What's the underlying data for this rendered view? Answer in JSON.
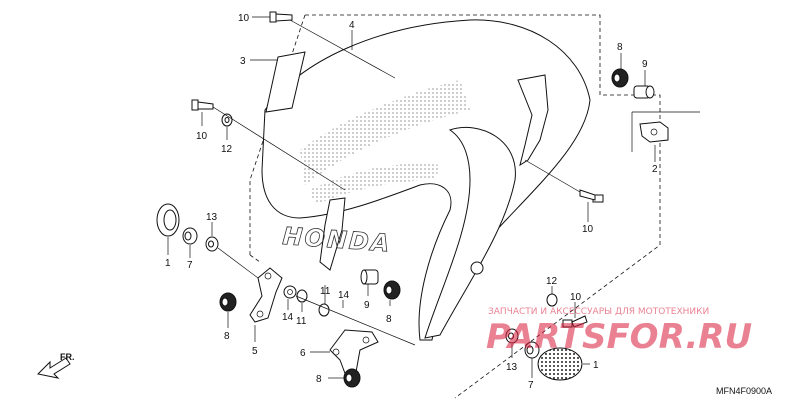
{
  "diagram": {
    "fr_label": "FR.",
    "diagram_code": "MFN4F0900A",
    "brand_lettering": "HONDA",
    "watermark": {
      "top_text": "ЗАПЧАСТИ И АКСЕССУАРЫ ДЛЯ МОТОТЕХНИКИ",
      "big_text": "PARTSFOR.RU"
    },
    "callouts": [
      {
        "id": "c10a",
        "label": "10"
      },
      {
        "id": "c4",
        "label": "4"
      },
      {
        "id": "c3",
        "label": "3"
      },
      {
        "id": "c8a",
        "label": "8"
      },
      {
        "id": "c9a",
        "label": "9"
      },
      {
        "id": "c10b",
        "label": "10"
      },
      {
        "id": "c12a",
        "label": "12"
      },
      {
        "id": "c2",
        "label": "2"
      },
      {
        "id": "c10c",
        "label": "10"
      },
      {
        "id": "c13a",
        "label": "13"
      },
      {
        "id": "c1a",
        "label": "1"
      },
      {
        "id": "c7a",
        "label": "7"
      },
      {
        "id": "c11a",
        "label": "11"
      },
      {
        "id": "c14a",
        "label": "14"
      },
      {
        "id": "c11b",
        "label": "11"
      },
      {
        "id": "c14b",
        "label": "14"
      },
      {
        "id": "c9b",
        "label": "9"
      },
      {
        "id": "c8b",
        "label": "8"
      },
      {
        "id": "c8c",
        "label": "8"
      },
      {
        "id": "c5",
        "label": "5"
      },
      {
        "id": "c12b",
        "label": "12"
      },
      {
        "id": "c10d",
        "label": "10"
      },
      {
        "id": "c6",
        "label": "6"
      },
      {
        "id": "c8d",
        "label": "8"
      },
      {
        "id": "c13b",
        "label": "13"
      },
      {
        "id": "c7b",
        "label": "7"
      },
      {
        "id": "c1b",
        "label": "1"
      }
    ]
  }
}
